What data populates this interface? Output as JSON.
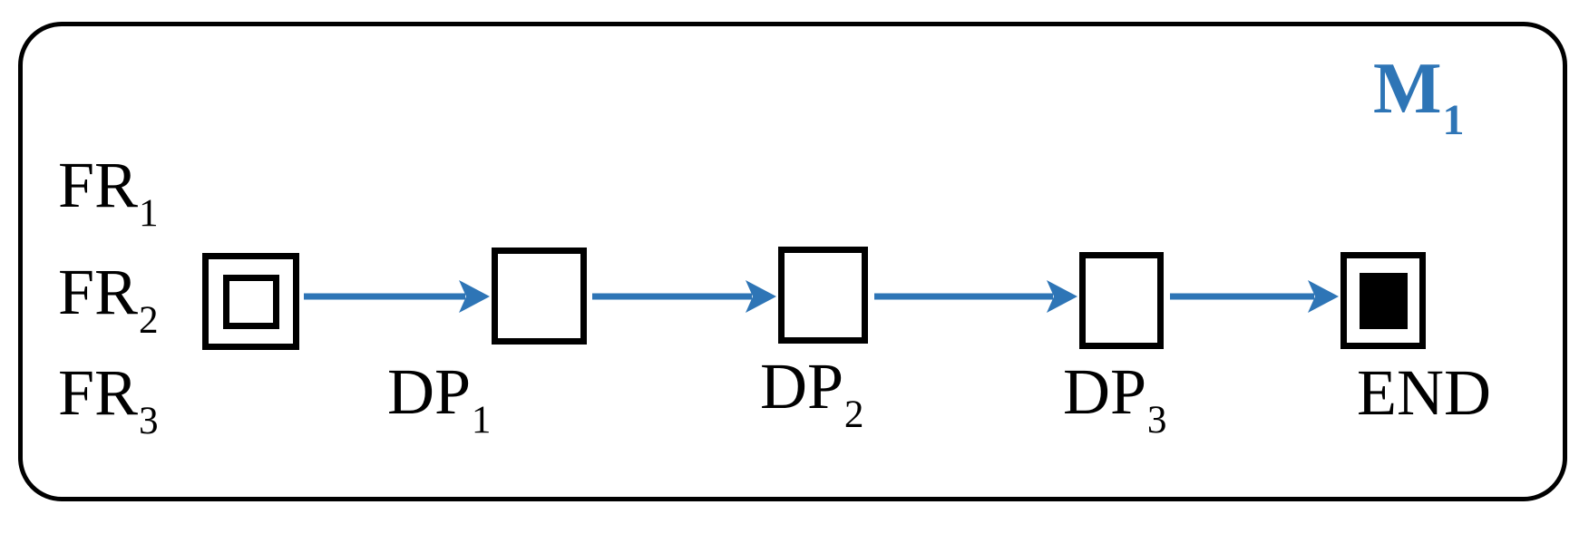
{
  "colors": {
    "accent": "#2e75b6",
    "line": "#000000",
    "text": "#000000",
    "bg": "#ffffff"
  },
  "diagram": {
    "module": {
      "label": "M",
      "sub": "1"
    },
    "fr_labels": [
      {
        "label": "FR",
        "sub": "1"
      },
      {
        "label": "FR",
        "sub": "2"
      },
      {
        "label": "FR",
        "sub": "3"
      }
    ],
    "nodes": [
      {
        "id": "start",
        "type": "start-state"
      },
      {
        "id": "dp1",
        "type": "process",
        "label": "DP",
        "sub": "1"
      },
      {
        "id": "dp2",
        "type": "process",
        "label": "DP",
        "sub": "2"
      },
      {
        "id": "dp3",
        "type": "process",
        "label": "DP",
        "sub": "3"
      },
      {
        "id": "end",
        "type": "end-state",
        "label": "END"
      }
    ],
    "arrows": [
      {
        "from": "start",
        "to": "dp1"
      },
      {
        "from": "dp1",
        "to": "dp2"
      },
      {
        "from": "dp2",
        "to": "dp3"
      },
      {
        "from": "dp3",
        "to": "end"
      }
    ]
  }
}
